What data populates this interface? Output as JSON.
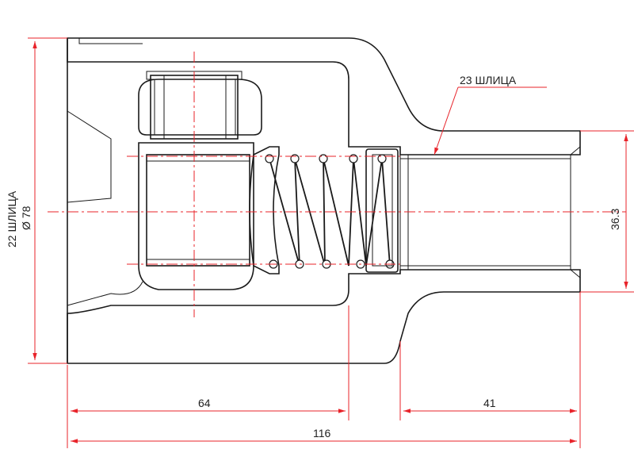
{
  "annotations": {
    "splines_left": "22 ШЛИЦА",
    "diameter_left": "Ø 78",
    "splines_right": "23 ШЛИЦА",
    "diameter_right": "36.3"
  },
  "dimensions": {
    "length_inner": "64",
    "length_shaft": "41",
    "length_total": "116"
  },
  "colors": {
    "outline": "#1a1a1a",
    "dimension": "#e8232a",
    "hatch": "#333333",
    "background": "#ffffff"
  }
}
